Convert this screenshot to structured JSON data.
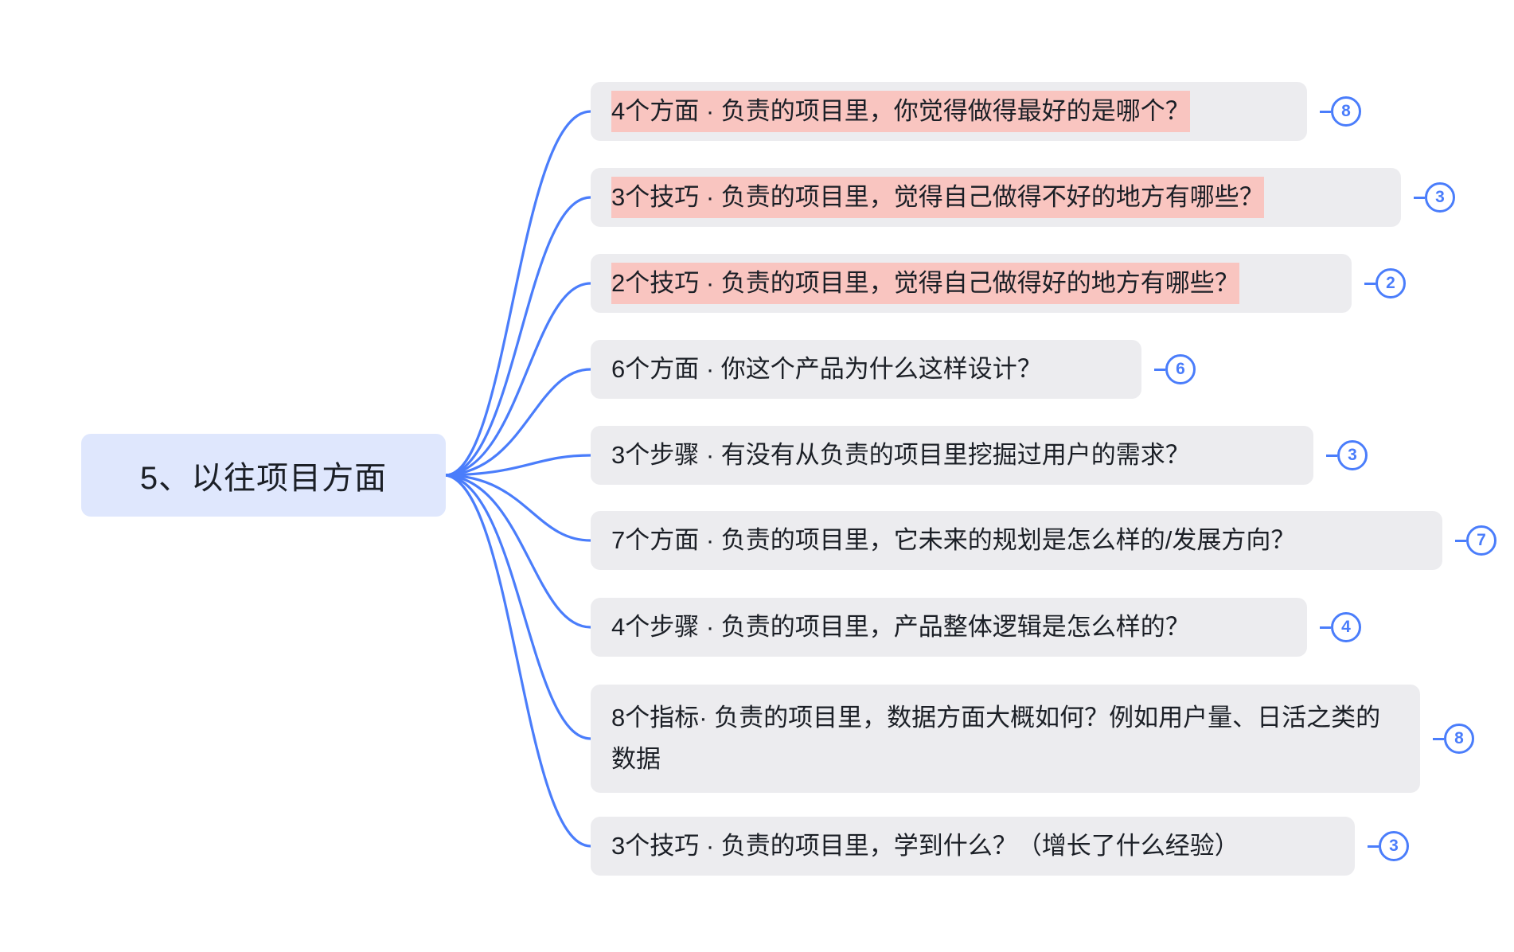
{
  "mindmap": {
    "root": {
      "label": "5、以往项目方面"
    },
    "branches": [
      {
        "text": "4个方面 · 负责的项目里，你觉得做得最好的是哪个？",
        "badge": "8",
        "highlighted": true
      },
      {
        "text": "3个技巧 · 负责的项目里，觉得自己做得不好的地方有哪些？",
        "badge": "3",
        "highlighted": true
      },
      {
        "text": "2个技巧 · 负责的项目里，觉得自己做得好的地方有哪些？",
        "badge": "2",
        "highlighted": true
      },
      {
        "text": "6个方面 · 你这个产品为什么这样设计？",
        "badge": "6",
        "highlighted": false
      },
      {
        "text": "3个步骤 · 有没有从负责的项目里挖掘过用户的需求？",
        "badge": "3",
        "highlighted": false
      },
      {
        "text": "7个方面 · 负责的项目里，它未来的规划是怎么样的/发展方向？",
        "badge": "7",
        "highlighted": false
      },
      {
        "text": "4个步骤 · 负责的项目里，产品整体逻辑是怎么样的？",
        "badge": "4",
        "highlighted": false
      },
      {
        "text": "8个指标· 负责的项目里，数据方面大概如何？例如用户量、日活之类的数据",
        "badge": "8",
        "highlighted": false
      },
      {
        "text": "3个技巧 · 负责的项目里，学到什么？（增长了什么经验）",
        "badge": "3",
        "highlighted": false
      }
    ],
    "colors": {
      "root_fill": "#dfe7fd",
      "node_fill": "#ececef",
      "highlight_fill": "#f9c5c0",
      "accent": "#4a7dfb",
      "text": "#1b1f26",
      "canvas": "#ffffff"
    }
  }
}
